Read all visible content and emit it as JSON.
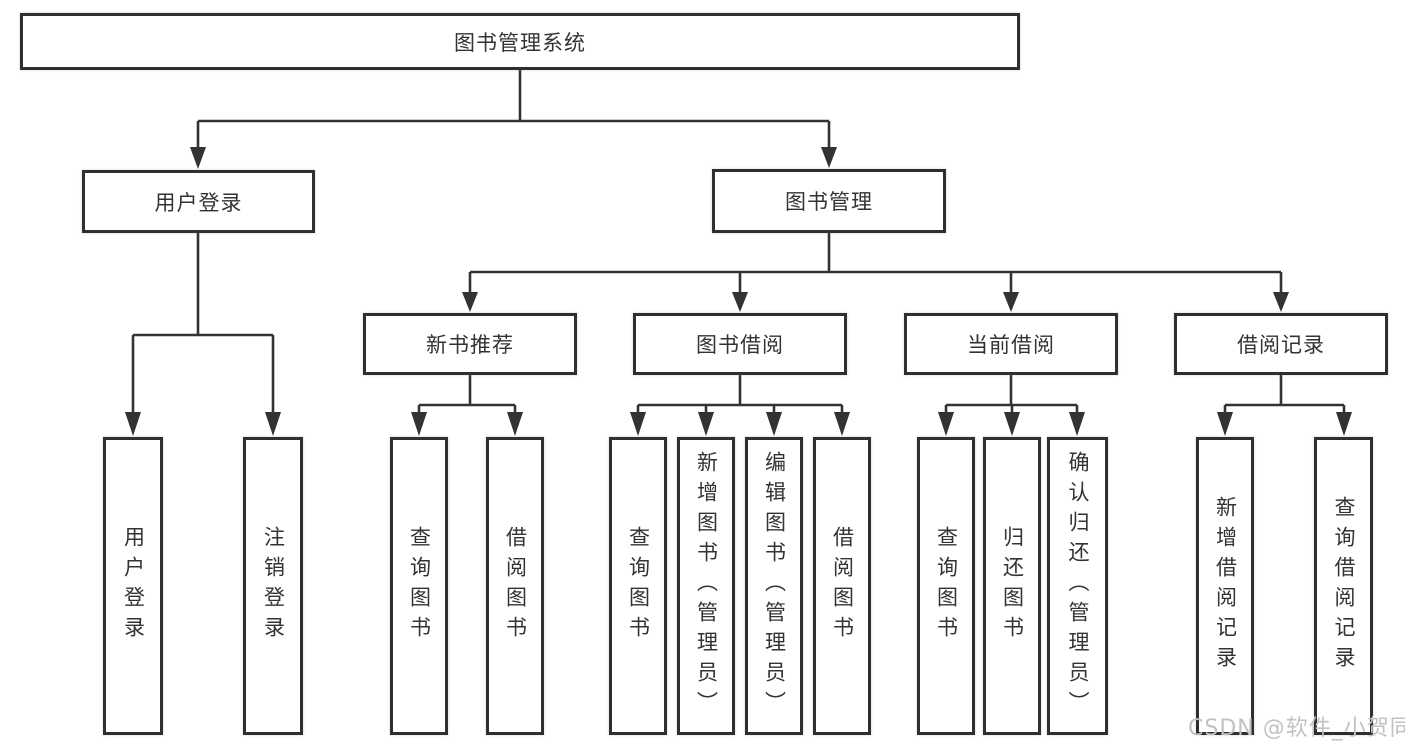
{
  "diagram": {
    "title": "图书管理系统",
    "branches": [
      {
        "label": "用户登录",
        "children": [
          {
            "label": "用户登录"
          },
          {
            "label": "注销登录"
          }
        ]
      },
      {
        "label": "图书管理",
        "children": [
          {
            "label": "新书推荐",
            "children": [
              {
                "label": "查询图书"
              },
              {
                "label": "借阅图书"
              }
            ]
          },
          {
            "label": "图书借阅",
            "children": [
              {
                "label": "查询图书"
              },
              {
                "label": "新增图书（管理员）"
              },
              {
                "label": "编辑图书（管理员）"
              },
              {
                "label": "借阅图书"
              }
            ]
          },
          {
            "label": "当前借阅",
            "children": [
              {
                "label": "查询图书"
              },
              {
                "label": "归还图书"
              },
              {
                "label": "确认归还（管理员）"
              }
            ]
          },
          {
            "label": "借阅记录",
            "children": [
              {
                "label": "新增借阅记录"
              },
              {
                "label": "查询借阅记录"
              }
            ]
          }
        ]
      }
    ]
  },
  "watermark": {
    "text": "CSDN @软件_小贺同学"
  },
  "colors": {
    "background": "#ffffff",
    "line": "#333333",
    "box_border": "#2f2f2f",
    "text": "#333333",
    "watermark": "#c2c2c2"
  }
}
